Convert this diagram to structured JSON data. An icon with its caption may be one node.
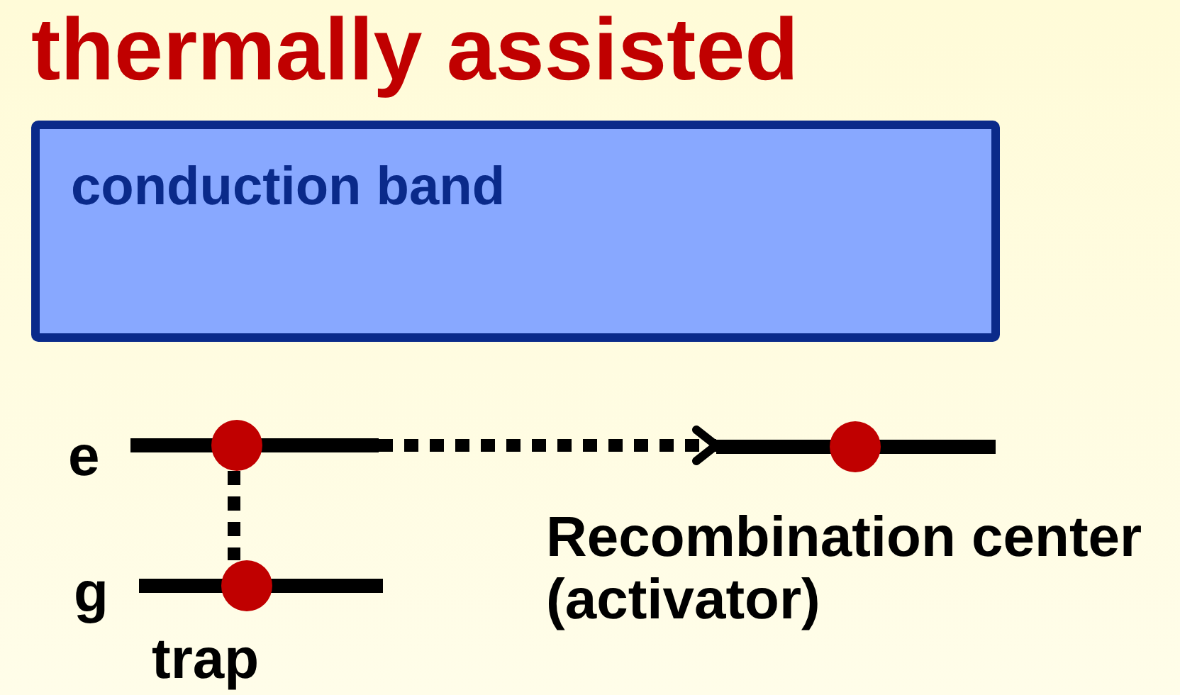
{
  "diagram": {
    "title": "thermally assisted",
    "nodes": [
      {
        "text": [
          "conduction band"
        ]
      },
      {
        "text": [],
        "shape": "bar",
        "beside": [
          "e"
        ]
      },
      {
        "text": [],
        "shape": "bar",
        "beside": [
          "g",
          "trap"
        ]
      },
      {
        "text": [],
        "shape": "bar",
        "beside": [
          "Recombination center (activator)"
        ]
      }
    ],
    "edges": [
      {
        "from": 1,
        "to": 2,
        "arrow": "none",
        "style": "dashed"
      },
      {
        "from": 1,
        "to": 3,
        "arrow": "to",
        "style": "dashed"
      }
    ]
  }
}
